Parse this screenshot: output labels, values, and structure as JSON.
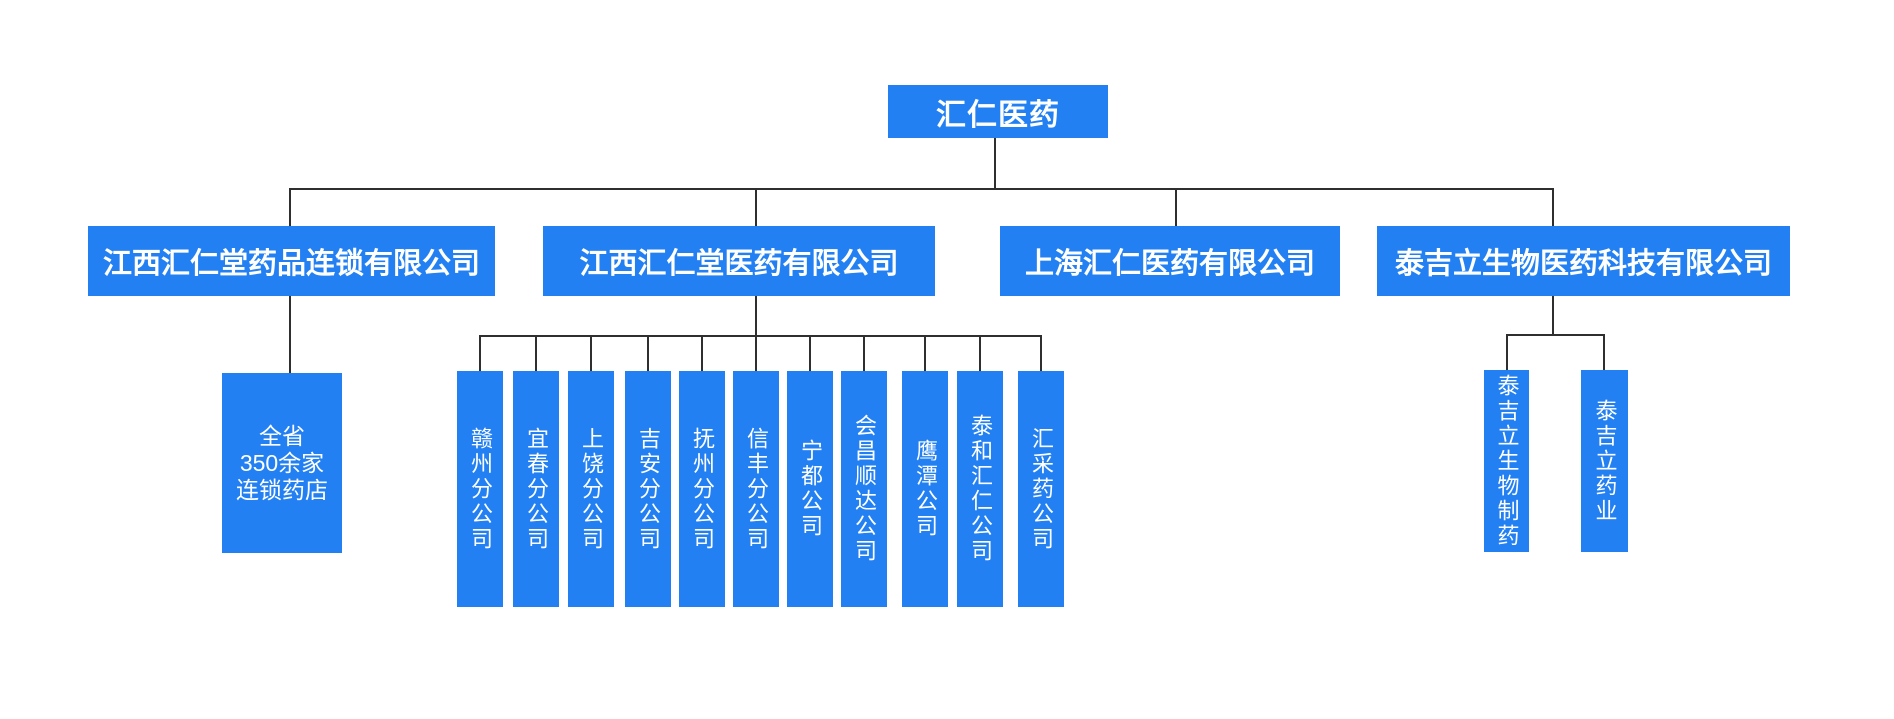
{
  "colors": {
    "node_fill": "#2280F3",
    "node_text": "#FFFFFF",
    "connector": "#2F2F2F",
    "background": "#FFFFFF"
  },
  "root": {
    "label": "汇仁医药"
  },
  "level2": [
    {
      "label": "江西汇仁堂药品连锁有限公司"
    },
    {
      "label": "江西汇仁堂医药有限公司"
    },
    {
      "label": "上海汇仁医药有限公司"
    },
    {
      "label": "泰吉立生物医药科技有限公司"
    }
  ],
  "chain_store": {
    "label": "全省\n350余家\n连锁药店"
  },
  "branch2_children": [
    {
      "label": "赣州分公司"
    },
    {
      "label": "宜春分公司"
    },
    {
      "label": "上饶分公司"
    },
    {
      "label": "吉安分公司"
    },
    {
      "label": "抚州分公司"
    },
    {
      "label": "信丰分公司"
    },
    {
      "label": "宁都公司"
    },
    {
      "label": "会昌顺达公司"
    },
    {
      "label": "鹰潭公司"
    },
    {
      "label": "泰和汇仁公司"
    },
    {
      "label": "汇采药公司"
    }
  ],
  "branch4_children": [
    {
      "label": "泰吉立生物制药"
    },
    {
      "label": "泰吉立药业"
    }
  ]
}
